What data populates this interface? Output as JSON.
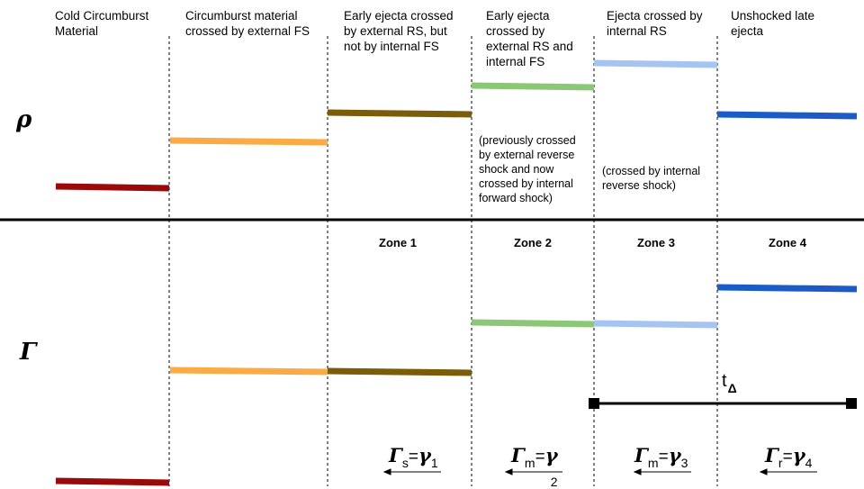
{
  "regions": [
    {
      "header": "Cold Circumburst\nMaterial"
    },
    {
      "header": "Circumburst material\ncrossed by external FS"
    },
    {
      "header": "Early ejecta crossed\nby external RS, but\nnot by internal FS"
    },
    {
      "header": "Early ejecta\ncrossed by\nexternal RS and\ninternal FS"
    },
    {
      "header": "Ejecta crossed by\ninternal RS"
    },
    {
      "header": "Unshocked late\nejecta"
    }
  ],
  "notes": {
    "zone2": "(previously crossed\nby external reverse\nshock and now\ncrossed by internal\nforward shock)",
    "zone3": "(crossed by internal\nreverse shock)"
  },
  "row_labels": {
    "density": "ρ",
    "lorentz": "Γ"
  },
  "zones": [
    "Zone 1",
    "Zone 2",
    "Zone 3",
    "Zone 4"
  ],
  "equations": [
    {
      "lhs": "Γ",
      "lhs_sub": "s",
      "op": "=",
      "rhs": "γ",
      "rhs_sub": "1"
    },
    {
      "lhs": "Γ",
      "lhs_sub": "m",
      "op": "=",
      "rhs": "γ",
      "rhs_sub": "2"
    },
    {
      "lhs": "Γ",
      "lhs_sub": "m",
      "op": "=",
      "rhs": "γ",
      "rhs_sub": "3"
    },
    {
      "lhs": "Γ",
      "lhs_sub": "r",
      "op": "=",
      "rhs": "γ",
      "rhs_sub": "4"
    }
  ],
  "t_delta": {
    "t": "t",
    "sub": "Δ"
  },
  "colors": {
    "region0": "#9b0a0a",
    "region1": "#fbab45",
    "region2": "#7a5c0a",
    "region3": "#8cc778",
    "region4": "#a5c4f2",
    "region5": "#1a5bc8",
    "divider": "#000000",
    "guides": "#000000"
  }
}
